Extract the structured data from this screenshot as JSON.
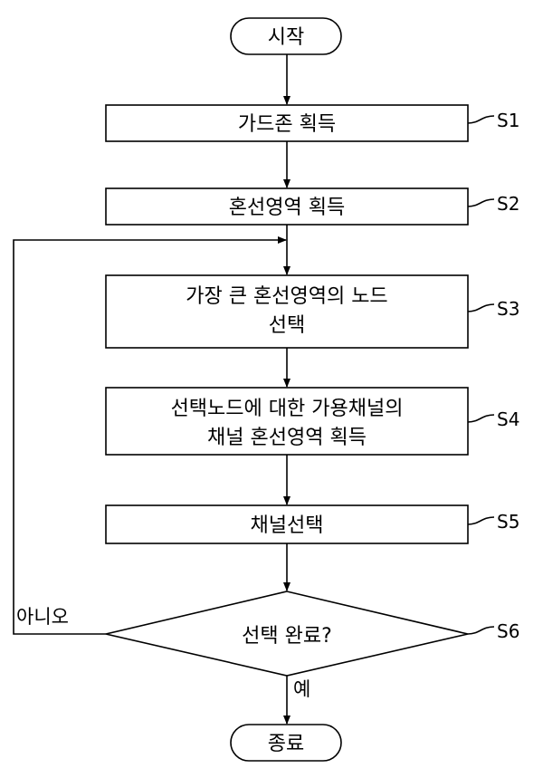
{
  "diagram": {
    "type": "flowchart",
    "start": "시작",
    "end": "종료",
    "steps": [
      {
        "id": "S1",
        "lines": [
          "가드존 획득"
        ]
      },
      {
        "id": "S2",
        "lines": [
          "혼선영역 획득"
        ]
      },
      {
        "id": "S3",
        "lines": [
          "가장 큰 혼선영역의 노드",
          "선택"
        ]
      },
      {
        "id": "S4",
        "lines": [
          "선택노드에 대한 가용채널의",
          "채널 혼선영역 획득"
        ]
      },
      {
        "id": "S5",
        "lines": [
          "채널선택"
        ]
      }
    ],
    "decision": {
      "id": "S6",
      "text": "선택 완료?",
      "no_label": "아니오",
      "yes_label": "예"
    }
  },
  "colors": {
    "stroke": "#000000",
    "background": "#ffffff"
  }
}
